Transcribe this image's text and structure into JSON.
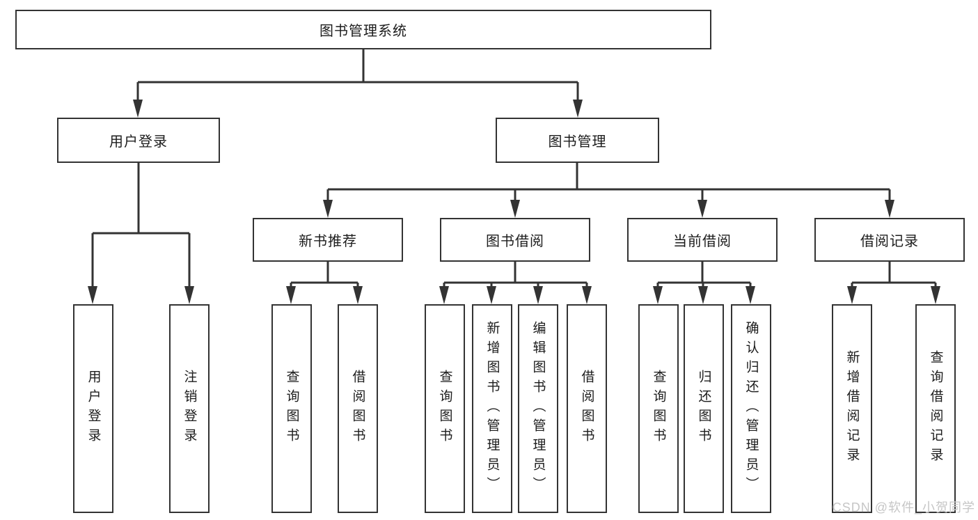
{
  "diagram": {
    "root": {
      "label": "图书管理系统"
    },
    "level2": [
      {
        "label": "用户登录"
      },
      {
        "label": "图书管理"
      }
    ],
    "level3": [
      {
        "label": "新书推荐"
      },
      {
        "label": "图书借阅"
      },
      {
        "label": "当前借阅"
      },
      {
        "label": "借阅记录"
      }
    ],
    "leaves": [
      {
        "label": "用户登录"
      },
      {
        "label": "注销登录"
      },
      {
        "label": "查询图书"
      },
      {
        "label": "借阅图书"
      },
      {
        "label": "查询图书"
      },
      {
        "label": "新增图书（管理员）"
      },
      {
        "label": "编辑图书（管理员）"
      },
      {
        "label": "借阅图书"
      },
      {
        "label": "查询图书"
      },
      {
        "label": "归还图书"
      },
      {
        "label": "确认归还（管理员）"
      },
      {
        "label": "新增借阅记录"
      },
      {
        "label": "查询借阅记录"
      }
    ],
    "watermark": "CSDN @软件_小贺同学",
    "colors": {
      "line": "#333333",
      "watermark": "#c6c6c6"
    }
  }
}
